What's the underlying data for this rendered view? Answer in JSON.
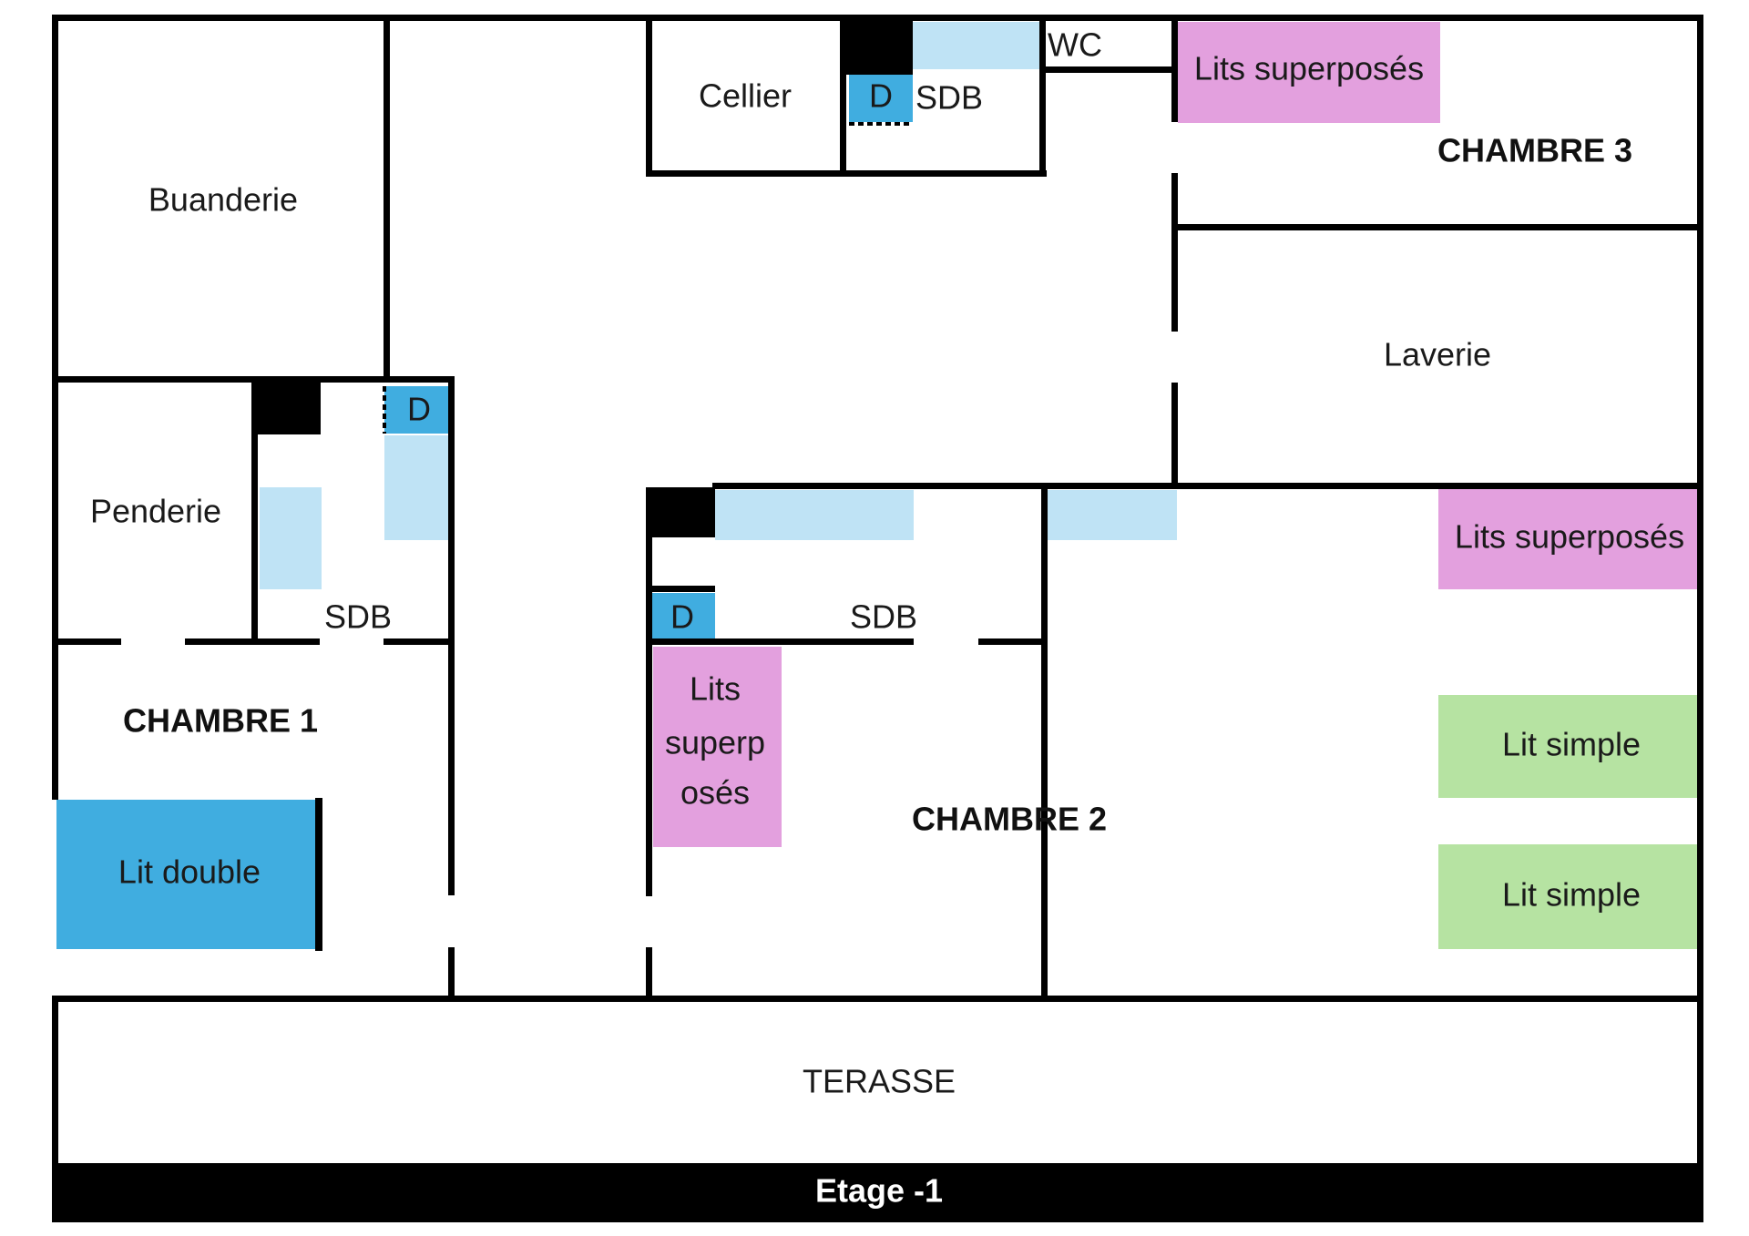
{
  "colors": {
    "wall": "#000000",
    "background": "#ffffff",
    "lit_double": "#40ade0",
    "douche": "#40ade0",
    "lits_superposes": "#e3a0de",
    "lit_simple": "#b6e3a2",
    "lavabo": "#bfe3f5"
  },
  "rooms": {
    "buanderie": "Buanderie",
    "cellier": "Cellier",
    "sdb_top": "SDB",
    "wc": "WC",
    "chambre3": "CHAMBRE 3",
    "laverie": "Laverie",
    "penderie": "Penderie",
    "sdb_left": "SDB",
    "sdb_mid": "SDB",
    "chambre1": "CHAMBRE 1",
    "chambre2": "CHAMBRE 2",
    "terrasse": "TERASSE"
  },
  "fixtures": {
    "douche_top": "D",
    "douche_left": "D",
    "douche_mid": "D",
    "lits_superposes_c3": "Lits superposés",
    "lits_superposes_right": "Lits superposés",
    "lits_superposes_c2_line1": "Lits",
    "lits_superposes_c2_line2": "superp",
    "lits_superposes_c2_line3": "osés",
    "lit_double": "Lit double",
    "lit_simple_1": "Lit simple",
    "lit_simple_2": "Lit simple"
  },
  "footer": {
    "level": "Etage -1"
  }
}
